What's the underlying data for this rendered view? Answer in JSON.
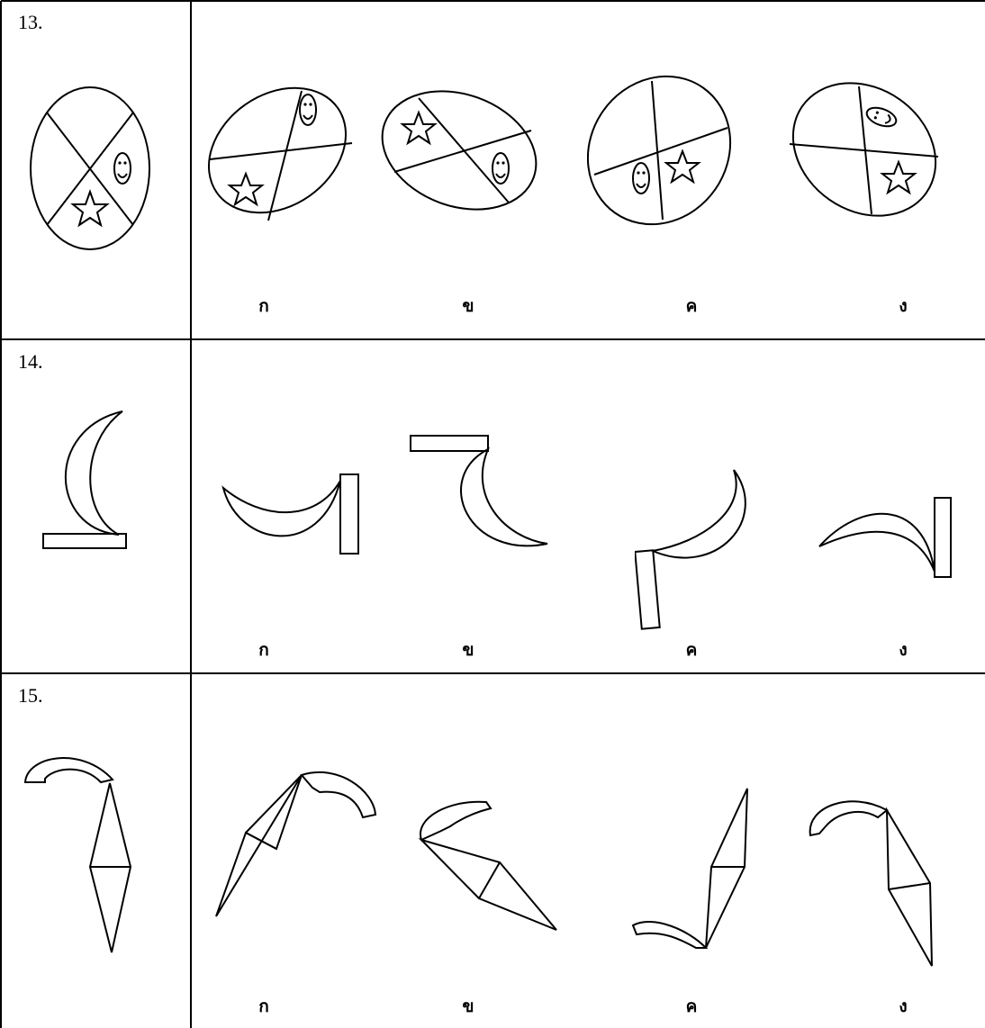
{
  "questions": [
    {
      "number": "13.",
      "options": [
        "ก",
        "ข",
        "ค",
        "ง"
      ]
    },
    {
      "number": "14.",
      "options": [
        "ก",
        "ข",
        "ค",
        "ง"
      ]
    },
    {
      "number": "15.",
      "options": [
        "ก",
        "ข",
        "ค",
        "ง"
      ]
    }
  ]
}
